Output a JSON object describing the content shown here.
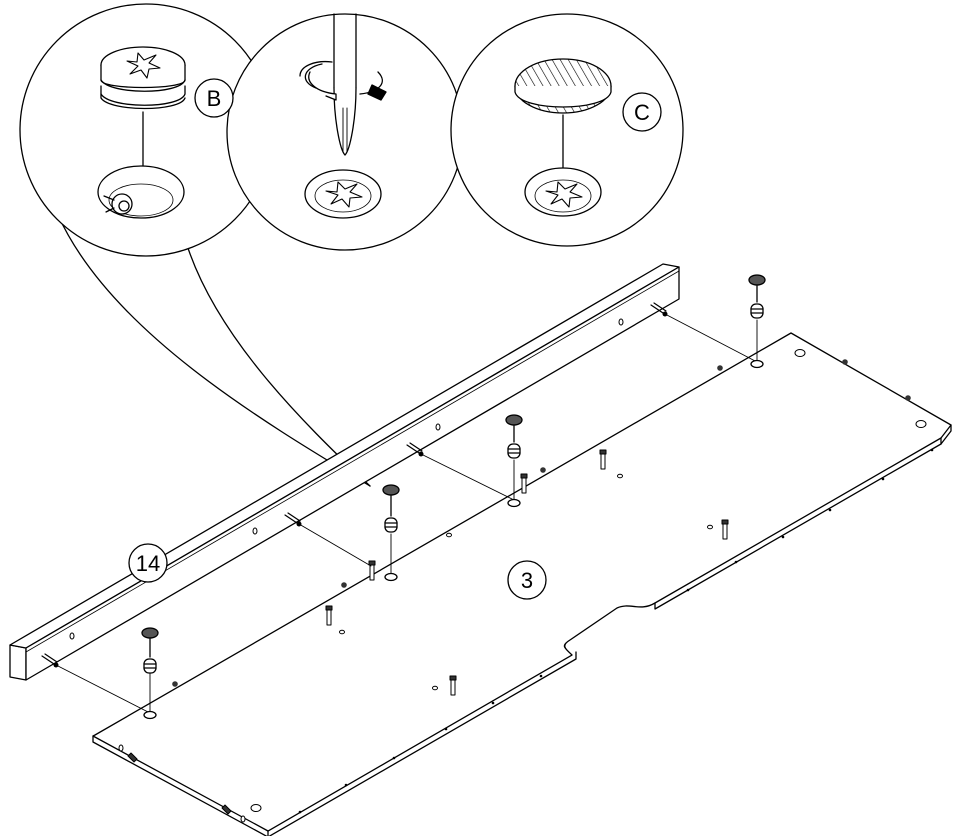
{
  "diagram": {
    "callout_labels": {
      "b": "B",
      "c": "C"
    },
    "part_labels": {
      "rail": "14",
      "panel": "3"
    },
    "colors": {
      "line": "#000000",
      "background": "#ffffff",
      "cap_fill": "#555555"
    }
  }
}
